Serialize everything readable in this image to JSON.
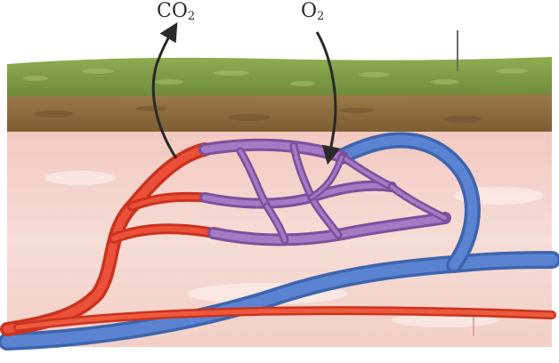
{
  "labels": {
    "co2": {
      "base": "CO",
      "sub": "2"
    },
    "o2": {
      "base": "O",
      "sub": "2"
    }
  },
  "colors": {
    "grass": "#7d9a44",
    "soil": "#8b6a3c",
    "skin": "#f3d3cc",
    "artery": "#e8452f",
    "vein": "#4f79c9",
    "capillary": "#9a6ab8",
    "arrow": "#2a2a2a"
  }
}
